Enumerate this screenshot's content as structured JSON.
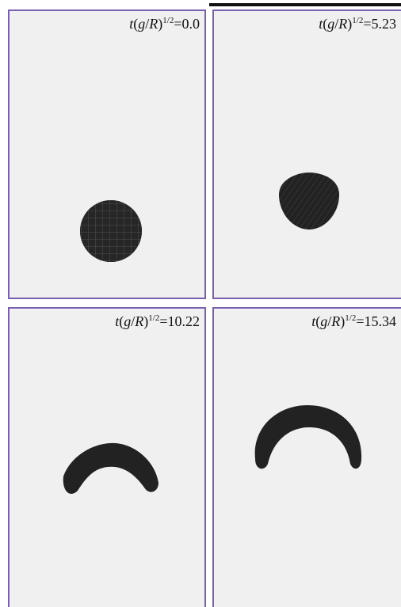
{
  "figure": {
    "panels": [
      {
        "id": "p1",
        "label_prefix": "t(g/R)",
        "label_exponent": "1/2",
        "label_value": "=0.0"
      },
      {
        "id": "p2",
        "label_prefix": "t(g/R)",
        "label_exponent": "1/2",
        "label_value": "=5.23"
      },
      {
        "id": "p3",
        "label_prefix": "t(g/R)",
        "label_exponent": "1/2",
        "label_value": "=10.22"
      },
      {
        "id": "p4",
        "label_prefix": "t(g/R)",
        "label_exponent": "1/2",
        "label_value": "=15.34"
      }
    ],
    "colors": {
      "panel_background": "#f0f0f0",
      "panel_border": "#7a5fb0",
      "drop": "#222222"
    }
  }
}
